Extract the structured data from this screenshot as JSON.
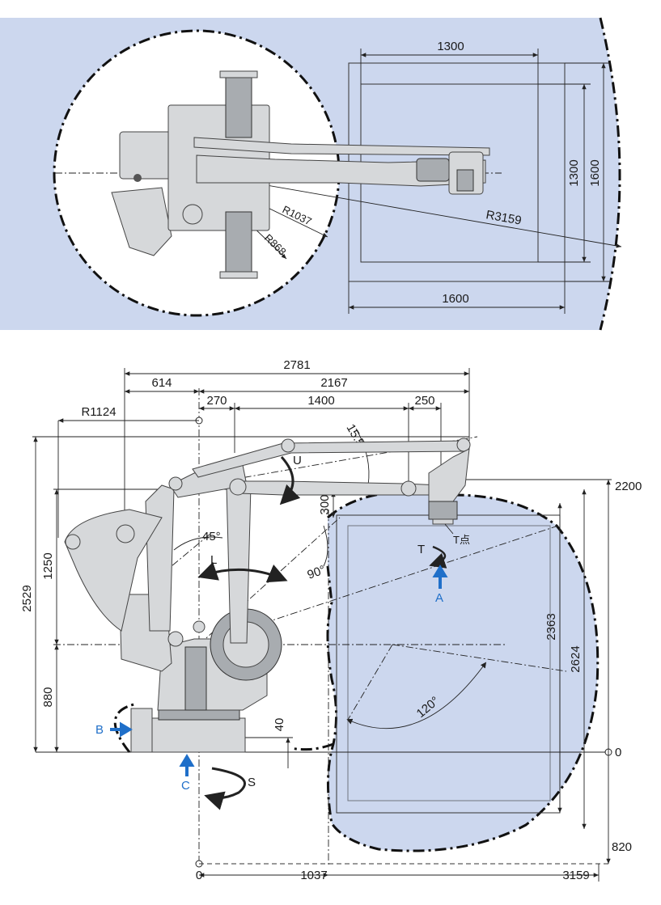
{
  "colors": {
    "work_area": "#ccd7ee",
    "arrow_blue": "#1f6fc9",
    "robot_body": "#d6d8da"
  },
  "top_view": {
    "dims": {
      "width_inner": "1300",
      "height_inner": "1300",
      "height_outer": "1600",
      "width_outer": "1600",
      "r_outer": "R3159",
      "r1": "R1037",
      "r2": "R868"
    }
  },
  "side_view": {
    "dims": {
      "total": "2781",
      "left": "614",
      "right": "2167",
      "d270": "270",
      "d1400": "1400",
      "d250": "250",
      "r1124": "R1124",
      "d2529": "2529",
      "d1250": "1250",
      "d880": "880",
      "d300": "300",
      "d40": "40",
      "d2363": "2363",
      "d2624": "2624",
      "y220": "2200",
      "y0": "0",
      "y820": "820",
      "x0": "0",
      "x1037": "1037",
      "x3159": "3159"
    },
    "angles": {
      "a155": "15.5°",
      "a45": "45°",
      "a90": "90°",
      "a120": "120°"
    },
    "axes": {
      "u": "U",
      "l": "L",
      "t": "T",
      "s": "S",
      "t_point": "T点"
    },
    "arrows": {
      "a": "A",
      "b": "B",
      "c": "C"
    }
  }
}
